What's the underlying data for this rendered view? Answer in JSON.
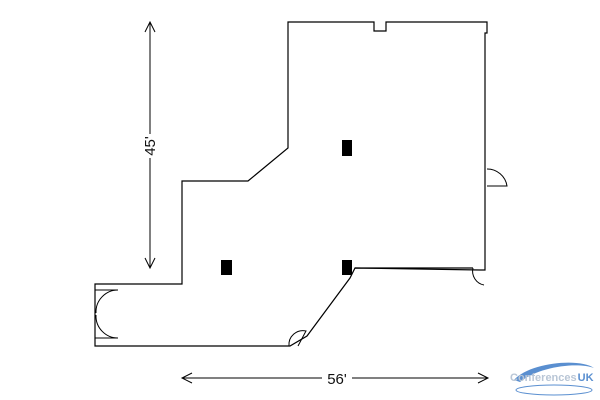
{
  "floorplan": {
    "height_label": "45'",
    "width_label": "56'"
  },
  "logo": {
    "brand_text": "Conferences",
    "brand_suffix": "UK",
    "swoosh_color": "#5a8fd0",
    "text_color": "#b9c6d6"
  }
}
